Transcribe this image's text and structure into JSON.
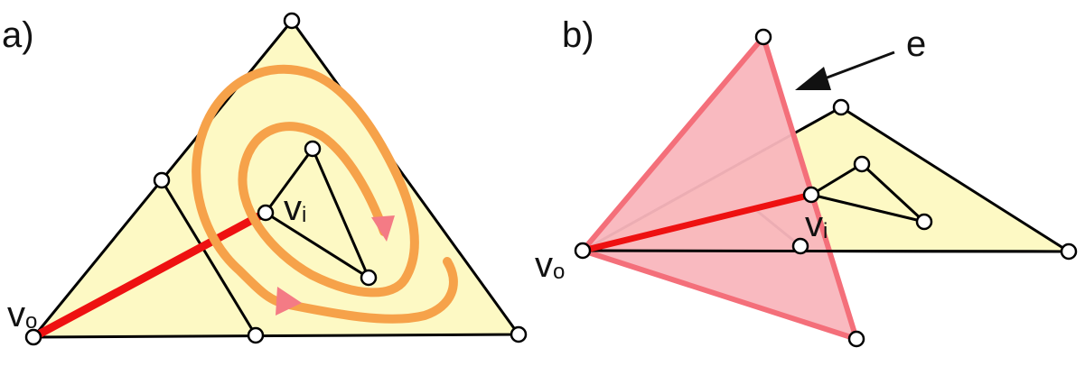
{
  "panel_a": {
    "label": "a)",
    "vertex_label_o_base": "v",
    "vertex_label_o_sub": "o",
    "vertex_label_i_base": "v",
    "vertex_label_i_sub": "i"
  },
  "panel_b": {
    "label": "b)",
    "vertex_label_o_base": "v",
    "vertex_label_o_sub": "o",
    "vertex_label_i_base": "v",
    "vertex_label_i_sub": "i",
    "edge_label": "e"
  },
  "colors": {
    "face_fill": "#fdf9c4",
    "edge": "#000000",
    "highlight_edge": "#ee1111",
    "spiral": "#f6a24a",
    "spiral_arrow": "#f47b85",
    "flipped_face_fill": "#f9b6bd",
    "flipped_face_edge": "#f46f7a"
  }
}
